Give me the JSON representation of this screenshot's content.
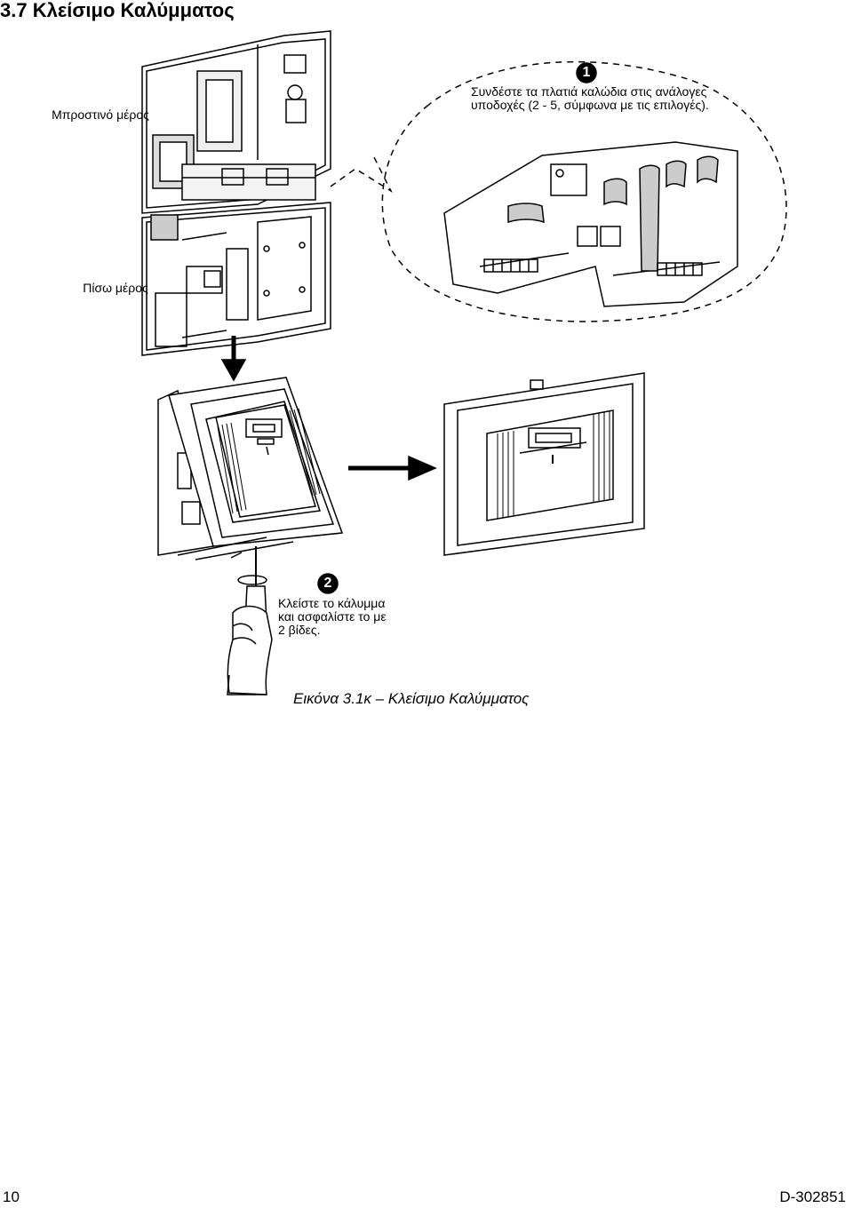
{
  "page": {
    "title": "3.7 Κλείσιμο Καλύμματος",
    "page_number": "10",
    "doc_code": "D-302851"
  },
  "figure": {
    "front_label": "Μπροστινό μέρος",
    "back_label": "Πίσω μέρος",
    "step1": {
      "badge": "1",
      "line1": "Συνδέστε τα πλατιά καλώδια στις ανάλογες",
      "line2": "υποδοχές (2 - 5, σύμφωνα με τις επιλογές)."
    },
    "step2": {
      "badge": "2",
      "line1": "Κλείστε το κάλυμμα",
      "line2": "και ασφαλίστε το με",
      "line3": "2 βίδες."
    },
    "caption": "Εικόνα 3.1κ – Κλείσιμο Καλύμματος"
  }
}
